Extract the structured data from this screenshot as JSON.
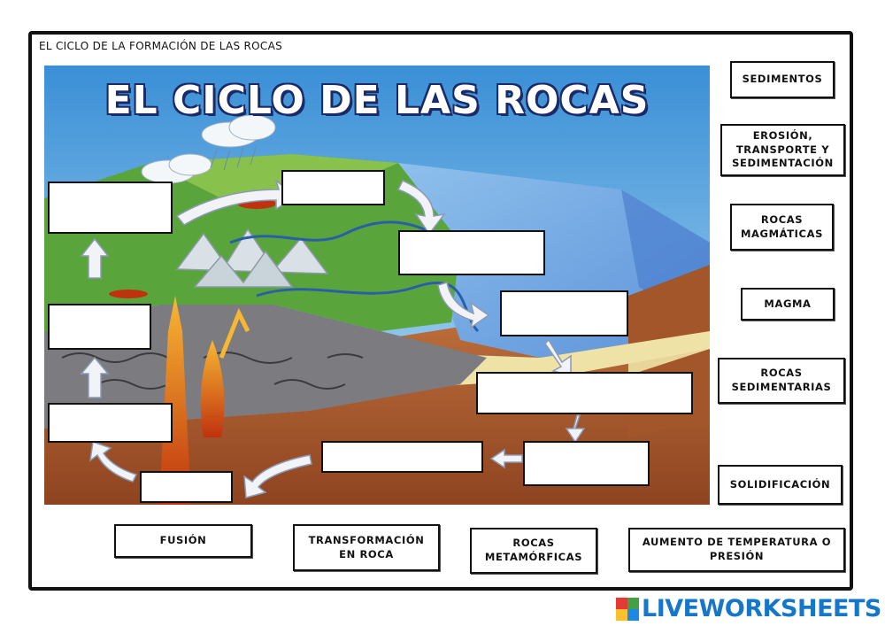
{
  "worksheet": {
    "title": "EL CICLO DE LA FORMACIÓN DE LAS ROCAS"
  },
  "scene": {
    "title": "EL CICLO DE LAS ROCAS"
  },
  "word_bank": {
    "sedimentos": "SEDIMENTOS",
    "erosion": "EROSIÓN, TRANSPORTE Y SEDIMENTACIÓN",
    "rocas_magmaticas": "ROCAS MAGMÁTICAS",
    "magma": "MAGMA",
    "rocas_sedimentarias": "ROCAS SEDIMENTARIAS",
    "solidificacion": "SOLIDIFICACIÓN",
    "fusion": "FUSIÓN",
    "transformacion": "TRANSFORMACIÓN EN ROCA",
    "rocas_metamorficas": "ROCAS METAMÓRFICAS",
    "aumento": "AUMENTO DE TEMPERATURA O PRESIÓN"
  },
  "brand": {
    "name": "LIVEWORKSHEETS",
    "colors": [
      "#e53935",
      "#43a047",
      "#fbc02d",
      "#1e88e5"
    ]
  }
}
